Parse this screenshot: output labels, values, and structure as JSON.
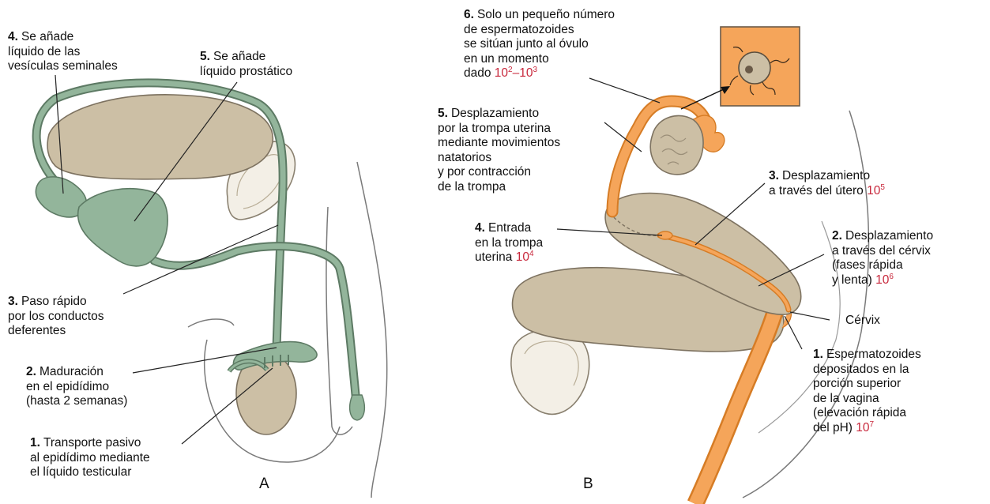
{
  "colors": {
    "male_duct": "#93b59b",
    "male_duct_stroke": "#5d7a64",
    "tissue": "#ccbfa5",
    "tissue_stroke": "#7d7260",
    "female_tract": "#f5a55a",
    "female_stroke": "#d67c25",
    "count_text": "#c8283c"
  },
  "panel_a": {
    "letter": "A",
    "labels": {
      "l4": {
        "num": "4.",
        "text": "Se añade\nlíquido de las\nvesículas seminales"
      },
      "l5": {
        "num": "5.",
        "text": "Se añade\nlíquido prostático"
      },
      "l3": {
        "num": "3.",
        "text": "Paso rápido\npor los conductos\ndeferentes"
      },
      "l2": {
        "num": "2.",
        "text": "Maduración\nen el epidídimo\n(hasta 2 semanas)"
      },
      "l1": {
        "num": "1.",
        "text": "Transporte pasivo\nal epidídimo mediante\nel líquido testicular"
      }
    }
  },
  "panel_b": {
    "letter": "B",
    "labels": {
      "l6": {
        "num": "6.",
        "text": "Solo un pequeño número\nde espermatozoides\nse sitúan junto al óvulo\nen un momento\ndado ",
        "count_base1": "10",
        "count_exp1": "2",
        "count_sep": "–",
        "count_base2": "10",
        "count_exp2": "3"
      },
      "l5": {
        "num": "5.",
        "text": "Desplazamiento\npor la trompa uterina\nmediante movimientos\nnatatorios\ny por contracción\nde la trompa"
      },
      "l3": {
        "num": "3.",
        "text": "Desplazamiento\na través del útero ",
        "count_base": "10",
        "count_exp": "5"
      },
      "l4": {
        "num": "4.",
        "text": "Entrada\nen la trompa\nuterina ",
        "count_base": "10",
        "count_exp": "4"
      },
      "l2": {
        "num": "2.",
        "text": "Desplazamiento\na través del cérvix\n(fases rápida\ny lenta) ",
        "count_base": "10",
        "count_exp": "6"
      },
      "cervix": {
        "text": "Cérvix"
      },
      "l1": {
        "num": "1.",
        "text": "Espermatozoides\ndepositados en la\nporción superior\nde la vagina\n(elevación rápida\ndel pH) ",
        "count_base": "10",
        "count_exp": "7"
      }
    }
  }
}
